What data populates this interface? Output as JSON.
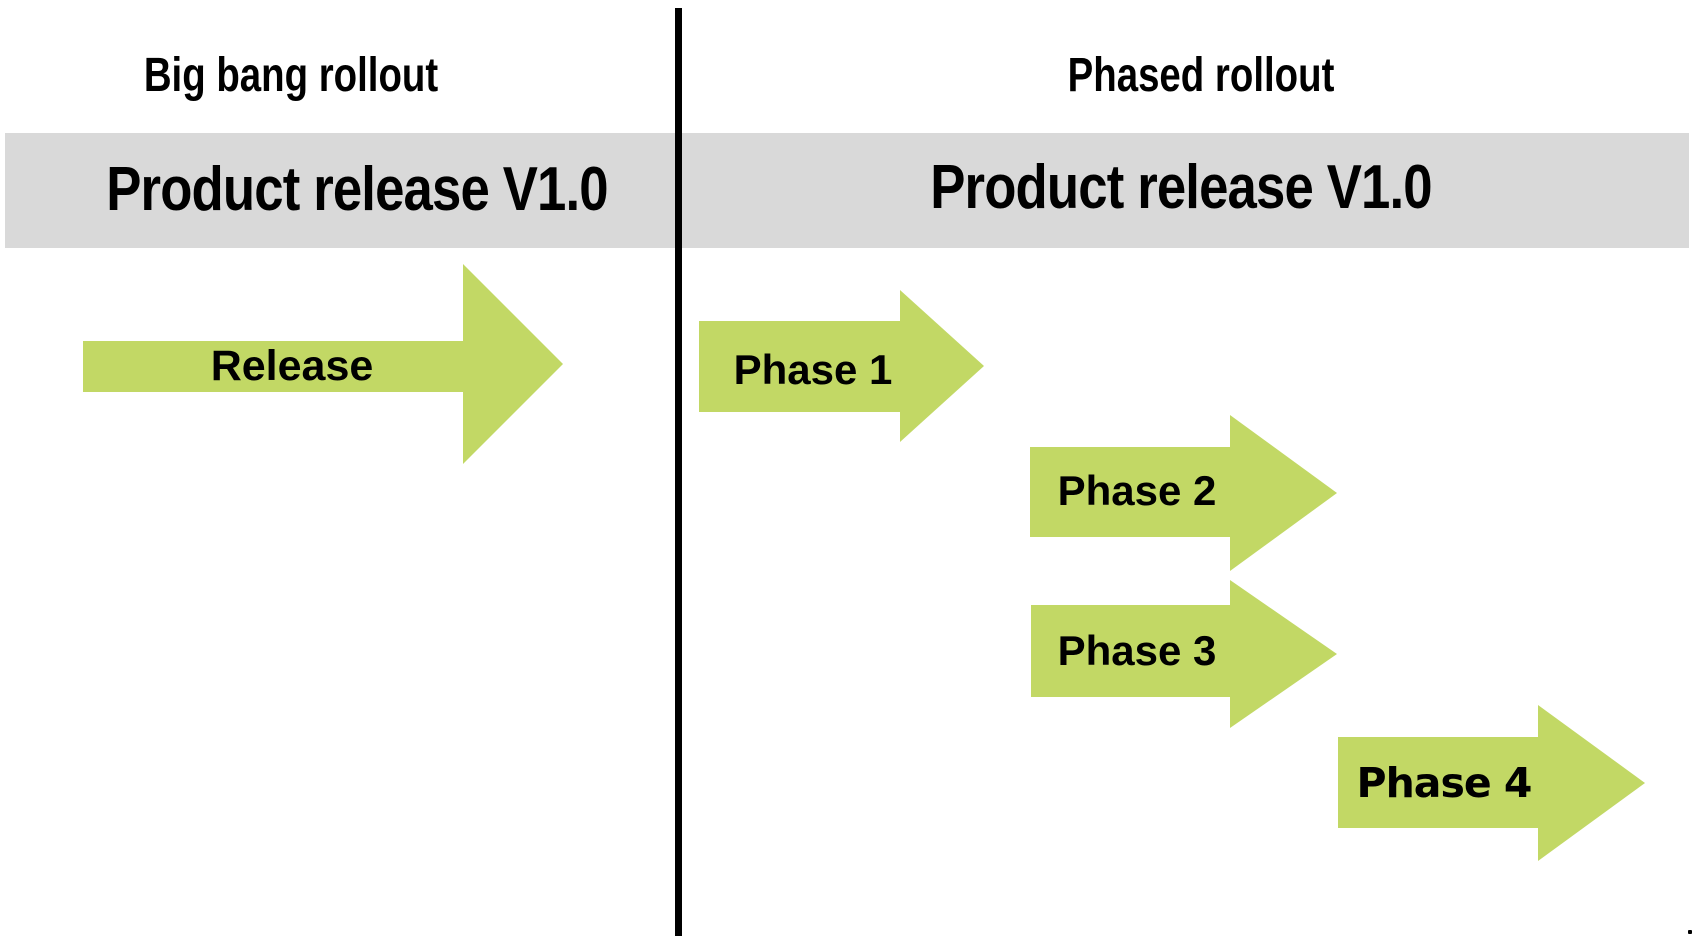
{
  "diagram": {
    "left_panel": {
      "title": "Big bang rollout",
      "banner": "Product release V1.0",
      "arrows": [
        {
          "label": "Release"
        }
      ]
    },
    "right_panel": {
      "title": "Phased rollout",
      "banner": "Product release V1.0",
      "arrows": [
        {
          "label": "Phase 1"
        },
        {
          "label": "Phase 2"
        },
        {
          "label": "Phase 3"
        },
        {
          "label": "Phase 4"
        }
      ]
    },
    "colors": {
      "arrow_green": "#c2d865",
      "banner_gray": "#d9d9d9",
      "divider": "#000000",
      "text": "#000000",
      "background": "#ffffff"
    }
  }
}
